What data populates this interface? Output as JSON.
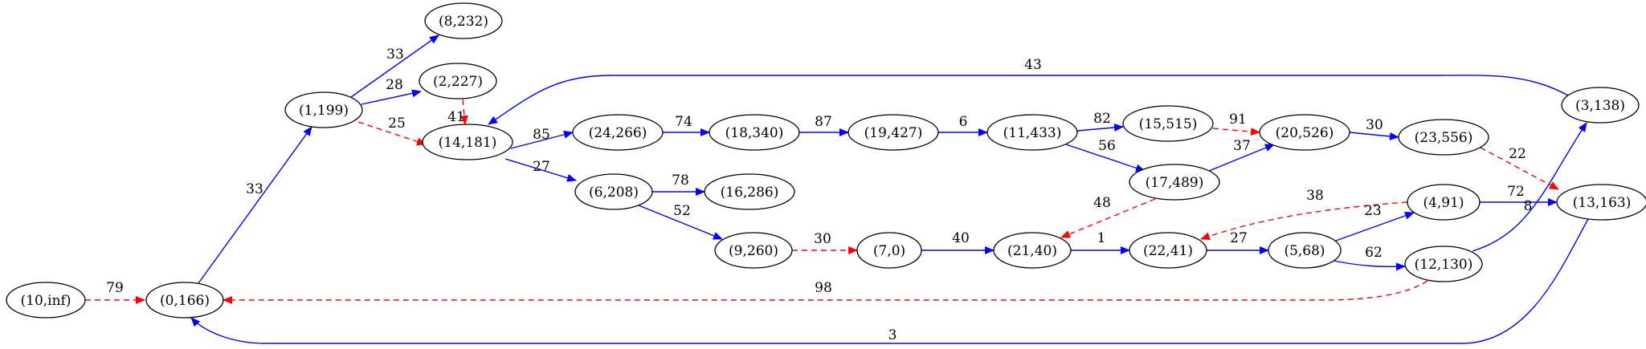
{
  "colors": {
    "tree_edge": "#0000ff",
    "nontree_edge": "#ff0000",
    "node_stroke": "#000000"
  },
  "nodes": [
    {
      "id": "n10",
      "label": "(10,inf)"
    },
    {
      "id": "n0",
      "label": "(0,166)"
    },
    {
      "id": "n1",
      "label": "(1,199)"
    },
    {
      "id": "n8",
      "label": "(8,232)"
    },
    {
      "id": "n2",
      "label": "(2,227)"
    },
    {
      "id": "n14",
      "label": "(14,181)"
    },
    {
      "id": "n24",
      "label": "(24,266)"
    },
    {
      "id": "n18",
      "label": "(18,340)"
    },
    {
      "id": "n19",
      "label": "(19,427)"
    },
    {
      "id": "n11",
      "label": "(11,433)"
    },
    {
      "id": "n15",
      "label": "(15,515)"
    },
    {
      "id": "n20",
      "label": "(20,526)"
    },
    {
      "id": "n23",
      "label": "(23,556)"
    },
    {
      "id": "n3",
      "label": "(3,138)"
    },
    {
      "id": "n13",
      "label": "(13,163)"
    },
    {
      "id": "n17",
      "label": "(17,489)"
    },
    {
      "id": "n6",
      "label": "(6,208)"
    },
    {
      "id": "n16",
      "label": "(16,286)"
    },
    {
      "id": "n9",
      "label": "(9,260)"
    },
    {
      "id": "n7",
      "label": "(7,0)"
    },
    {
      "id": "n21",
      "label": "(21,40)"
    },
    {
      "id": "n22",
      "label": "(22,41)"
    },
    {
      "id": "n5",
      "label": "(5,68)"
    },
    {
      "id": "n4",
      "label": "(4,91)"
    },
    {
      "id": "n12",
      "label": "(12,130)"
    }
  ],
  "edges": [
    {
      "id": "e10-0",
      "from": "n10",
      "to": "n0",
      "label": "79",
      "style": "dashed"
    },
    {
      "id": "e0-1",
      "from": "n0",
      "to": "n1",
      "label": "33",
      "style": "solid"
    },
    {
      "id": "e1-8",
      "from": "n1",
      "to": "n8",
      "label": "33",
      "style": "solid"
    },
    {
      "id": "e1-2",
      "from": "n1",
      "to": "n2",
      "label": "28",
      "style": "solid"
    },
    {
      "id": "e1-14",
      "from": "n1",
      "to": "n14",
      "label": "25",
      "style": "dashed"
    },
    {
      "id": "e2-14",
      "from": "n2",
      "to": "n14",
      "label": "41",
      "style": "dashed"
    },
    {
      "id": "e3-14",
      "from": "n3",
      "to": "n14",
      "label": "43",
      "style": "solid"
    },
    {
      "id": "e14-24",
      "from": "n14",
      "to": "n24",
      "label": "85",
      "style": "solid"
    },
    {
      "id": "e14-6",
      "from": "n14",
      "to": "n6",
      "label": "27",
      "style": "solid"
    },
    {
      "id": "e24-18",
      "from": "n24",
      "to": "n18",
      "label": "74",
      "style": "solid"
    },
    {
      "id": "e18-19",
      "from": "n18",
      "to": "n19",
      "label": "87",
      "style": "solid"
    },
    {
      "id": "e19-11",
      "from": "n19",
      "to": "n11",
      "label": "6",
      "style": "solid"
    },
    {
      "id": "e11-15",
      "from": "n11",
      "to": "n15",
      "label": "82",
      "style": "solid"
    },
    {
      "id": "e11-17",
      "from": "n11",
      "to": "n17",
      "label": "56",
      "style": "solid"
    },
    {
      "id": "e15-20",
      "from": "n15",
      "to": "n20",
      "label": "91",
      "style": "dashed"
    },
    {
      "id": "e17-20",
      "from": "n17",
      "to": "n20",
      "label": "37",
      "style": "solid"
    },
    {
      "id": "e20-23",
      "from": "n20",
      "to": "n23",
      "label": "30",
      "style": "solid"
    },
    {
      "id": "e23-13",
      "from": "n23",
      "to": "n13",
      "label": "22",
      "style": "dashed"
    },
    {
      "id": "e6-16",
      "from": "n6",
      "to": "n16",
      "label": "78",
      "style": "solid"
    },
    {
      "id": "e6-9",
      "from": "n6",
      "to": "n9",
      "label": "52",
      "style": "solid"
    },
    {
      "id": "e9-7",
      "from": "n9",
      "to": "n7",
      "label": "30",
      "style": "dashed"
    },
    {
      "id": "e7-21",
      "from": "n7",
      "to": "n21",
      "label": "40",
      "style": "solid"
    },
    {
      "id": "e17-21",
      "from": "n17",
      "to": "n21",
      "label": "48",
      "style": "dashed"
    },
    {
      "id": "e21-22",
      "from": "n21",
      "to": "n22",
      "label": "1",
      "style": "solid"
    },
    {
      "id": "e4-22",
      "from": "n4",
      "to": "n22",
      "label": "38",
      "style": "dashed"
    },
    {
      "id": "e22-5",
      "from": "n22",
      "to": "n5",
      "label": "27",
      "style": "solid"
    },
    {
      "id": "e5-4",
      "from": "n5",
      "to": "n4",
      "label": "23",
      "style": "solid"
    },
    {
      "id": "e5-12",
      "from": "n5",
      "to": "n12",
      "label": "62",
      "style": "solid"
    },
    {
      "id": "e4-13",
      "from": "n4",
      "to": "n13",
      "label": "72",
      "style": "solid"
    },
    {
      "id": "e12-3",
      "from": "n12",
      "to": "n3",
      "label": "8",
      "style": "solid"
    },
    {
      "id": "e12-0",
      "from": "n12",
      "to": "n0",
      "label": "98",
      "style": "dashed"
    },
    {
      "id": "e13-0",
      "from": "n13",
      "to": "n0",
      "label": "3",
      "style": "solid"
    }
  ]
}
